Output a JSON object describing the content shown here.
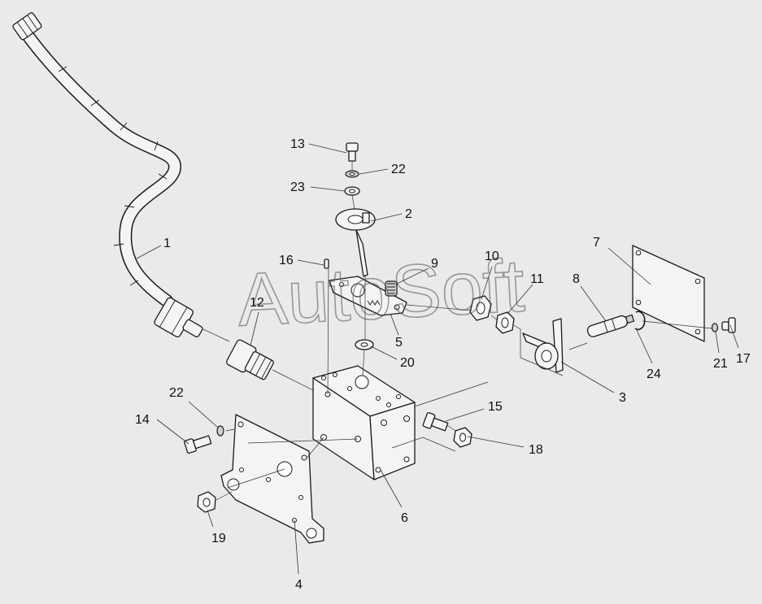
{
  "watermark": "AutoSoft",
  "callouts": [
    {
      "id": "1",
      "text": "1"
    },
    {
      "id": "2",
      "text": "2"
    },
    {
      "id": "3",
      "text": "3"
    },
    {
      "id": "4",
      "text": "4"
    },
    {
      "id": "5",
      "text": "5"
    },
    {
      "id": "6",
      "text": "6"
    },
    {
      "id": "7",
      "text": "7"
    },
    {
      "id": "8",
      "text": "8"
    },
    {
      "id": "9",
      "text": "9"
    },
    {
      "id": "10",
      "text": "10"
    },
    {
      "id": "11",
      "text": "11"
    },
    {
      "id": "12",
      "text": "12"
    },
    {
      "id": "13",
      "text": "13"
    },
    {
      "id": "14",
      "text": "14"
    },
    {
      "id": "15",
      "text": "15"
    },
    {
      "id": "16",
      "text": "16"
    },
    {
      "id": "17",
      "text": "17"
    },
    {
      "id": "18",
      "text": "18"
    },
    {
      "id": "19",
      "text": "19"
    },
    {
      "id": "20",
      "text": "20"
    },
    {
      "id": "21",
      "text": "21"
    },
    {
      "id": "22a",
      "text": "22"
    },
    {
      "id": "22b",
      "text": "22"
    },
    {
      "id": "23",
      "text": "23"
    },
    {
      "id": "24",
      "text": "24"
    }
  ]
}
